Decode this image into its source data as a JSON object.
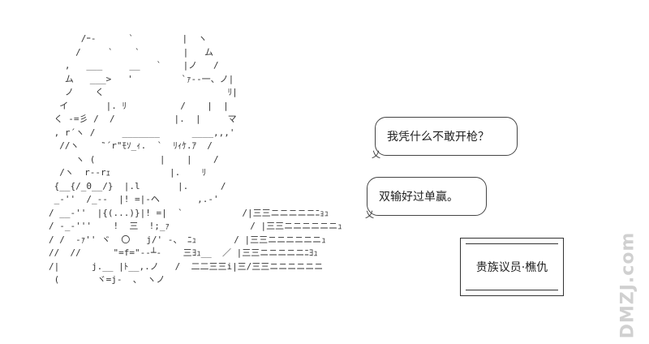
{
  "ascii_art": "      /ｰ-      `         |  ヽ\n     /     `    `        |   ム\n   ,   ___     __   `    |ノ   /\n   ム   ___>   '         `ｧ--一、ノ|\n   ノ    く                       ﾘ|\n  イ       |. ﾘ          /    |  |\n く -=彡 /  /           |.  |     マ\n , r´ヽ /     _______      ____,,,'\n  //ヽ    ‶´r\"ﾓｿ_ｨ.  `  ﾘｨｹ.ｱ  /\n     ヽ (            |    |    /\n  /ヽ  r--rｪ           |.    ﾘ\n {__{/_0__/}  |.l       |.      /\n _-''  /_--  |! =|-ヘ       ,.-' \n/ __-''  |{(...)}|! =|  `           /|三三ニニニニニﾆｮｭ\n/ -_‐'''    !  三  !;_ｧ               / |三三ニニニニニニｭ\n/ /  -ｧ'' ヾ  〇   j/' -、 ﾆｭ       / |三三ニニニニニニｭ\n//  //      \"=f=\"--┴-    三ﾖｭ__  ／ |三三ニニニニニﾆﾖｭ\n/|      j.__ |ﾄ__,.ノ   /  二二三三i|三/三三ニニニニニニ\n (       ヾ=j-  、 ヽノ",
  "bubbles": [
    {
      "text": "我凭什么不敢开枪？"
    },
    {
      "text": "双输好过单赢。"
    }
  ],
  "label_box": {
    "text": "贵族议员·樵仇"
  },
  "watermark": {
    "text": "DMZJ.com"
  },
  "colors": {
    "line": "#333333",
    "background": "#ffffff",
    "watermark": "#d0d0d0"
  }
}
